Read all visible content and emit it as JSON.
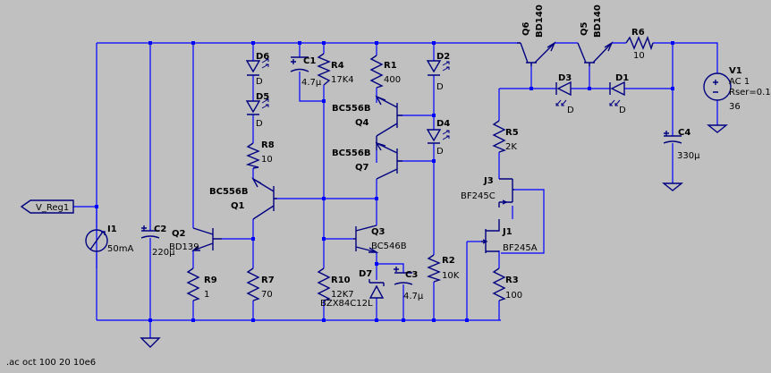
{
  "net_label": "V_Reg1",
  "directive": ".ac oct 100 20 10e6",
  "components": {
    "I1": {
      "ref": "I1",
      "value": "50mA"
    },
    "C2": {
      "ref": "C2",
      "value": "220µ"
    },
    "Q2": {
      "ref": "Q2",
      "value": "BD139"
    },
    "R9": {
      "ref": "R9",
      "value": "1"
    },
    "D6": {
      "ref": "D6",
      "value": "D"
    },
    "D5": {
      "ref": "D5",
      "value": "D"
    },
    "R8": {
      "ref": "R8",
      "value": "10"
    },
    "Q1": {
      "ref": "Q1",
      "value": "BC556B"
    },
    "R7": {
      "ref": "R7",
      "value": "70"
    },
    "C1": {
      "ref": "C1",
      "value": "4.7µ"
    },
    "R4": {
      "ref": "R4",
      "value": "17K4"
    },
    "R10": {
      "ref": "R10",
      "value": "12K7"
    },
    "R1": {
      "ref": "R1",
      "value": "400"
    },
    "Q4": {
      "ref": "Q4",
      "value": "BC556B"
    },
    "Q7": {
      "ref": "Q7",
      "value": "BC556B"
    },
    "Q3": {
      "ref": "Q3",
      "value": "BC546B"
    },
    "D7": {
      "ref": "D7",
      "value": "BZX84C12L"
    },
    "C3": {
      "ref": "C3",
      "value": "4.7µ"
    },
    "D2": {
      "ref": "D2",
      "value": "D"
    },
    "D4": {
      "ref": "D4",
      "value": "D"
    },
    "R2": {
      "ref": "R2",
      "value": "10K"
    },
    "Q6": {
      "ref": "Q6",
      "value": "BD140"
    },
    "Q5": {
      "ref": "Q5",
      "value": "BD140"
    },
    "R6": {
      "ref": "R6",
      "value": "10"
    },
    "D3": {
      "ref": "D3",
      "value": "D"
    },
    "D1": {
      "ref": "D1",
      "value": "D"
    },
    "R5": {
      "ref": "R5",
      "value": "2K"
    },
    "J3": {
      "ref": "J3",
      "value": "BF245C"
    },
    "J1": {
      "ref": "J1",
      "value": "BF245A"
    },
    "R3": {
      "ref": "R3",
      "value": "100"
    },
    "C4": {
      "ref": "C4",
      "value": "330µ"
    },
    "V1": {
      "ref": "V1",
      "ac": "AC 1",
      "rser": "Rser=0.1",
      "value": "36"
    }
  }
}
